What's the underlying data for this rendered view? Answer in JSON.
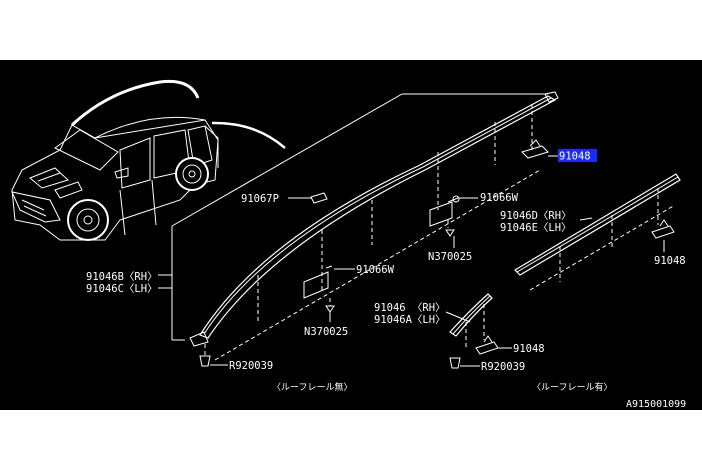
{
  "callouts": {
    "p91048_highlight": "91048",
    "p91067P": "91067P",
    "p91066W_top": "91066W",
    "n370025_top": "N370025",
    "p91046B": "91046B〈RH〉",
    "p91046C": "91046C〈LH〉",
    "p91066W_mid": "91066W",
    "n370025_mid": "N370025",
    "r920039_left": "R920039",
    "p91046D": "91046D〈RH〉",
    "p91046E": "91046E〈LH〉",
    "p91048_right": "91048",
    "p91046": "91046 〈RH〉",
    "p91046A": "91046A〈LH〉",
    "p91048_bottom": "91048",
    "r920039_right": "R920039"
  },
  "captions": {
    "without_roof_rail": "〈ルーフレール無〉",
    "with_roof_rail": "〈ルーフレール有〉",
    "diagram_id": "A915001099"
  },
  "colors": {
    "background": "#000000",
    "line": "#ffffff",
    "highlight": "#1a2bff"
  }
}
